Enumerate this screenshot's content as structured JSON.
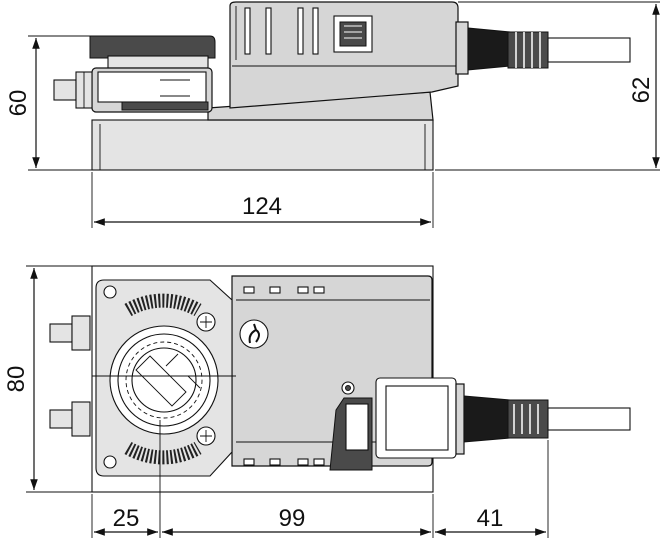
{
  "dimensions": {
    "side_height": "60",
    "side_total_height": "62",
    "side_length": "124",
    "top_width": "80",
    "top_seg_1": "25",
    "top_seg_2": "99",
    "top_seg_3": "41"
  }
}
